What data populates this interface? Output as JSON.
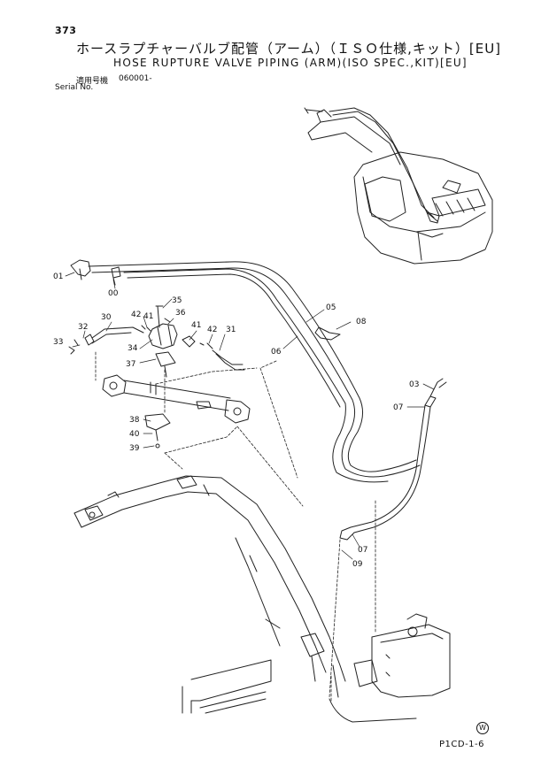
{
  "page_number": "373",
  "title_jp": "ホースラプチャーバルブ配管（アーム）（ＩＳＯ仕様,キット）[EU]",
  "title_en": "HOSE RUPTURE VALVE PIPING (ARM)(ISO SPEC.,KIT)[EU]",
  "serial_label_jp": "適用号機",
  "serial_label_en": "Serial No.",
  "serial_value": "060001-",
  "footer_code": "P1CD-1-6",
  "w_mark": "W",
  "part_labels": {
    "l01": "01",
    "l00": "00",
    "l35": "35",
    "l42a": "42",
    "l41a": "41",
    "l36": "36",
    "l30": "30",
    "l32": "32",
    "l33": "33",
    "l34": "34",
    "l37": "37",
    "l41b": "41",
    "l42b": "42",
    "l31": "31",
    "l05": "05",
    "l08": "08",
    "l06": "06",
    "l03": "03",
    "l07a": "07",
    "l38": "38",
    "l40": "40",
    "l39": "39",
    "l07b": "07",
    "l09": "09"
  }
}
